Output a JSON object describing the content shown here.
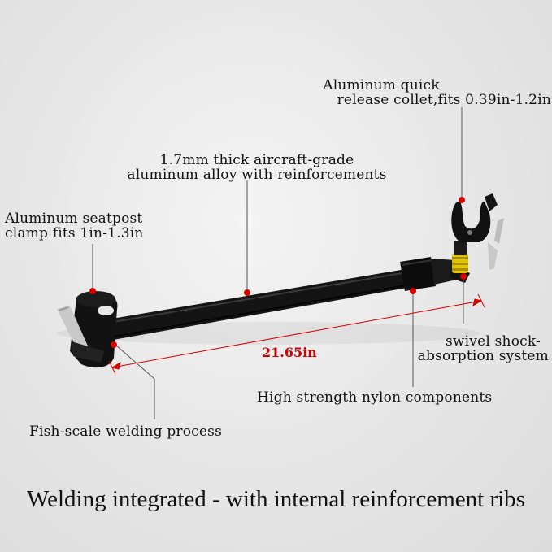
{
  "labels": {
    "collet_line1": "Aluminum quick",
    "collet_line2": "release collet,fits 0.39in-1.2in",
    "alloy_line1": "1.7mm thick aircraft-grade",
    "alloy_line2": "aluminum alloy with reinforcements",
    "seatpost_line1": "Aluminum seatpost",
    "seatpost_line2": "clamp fits 1in-1.3in",
    "swivel_line1": "swivel shock-",
    "swivel_line2": "absorption system",
    "nylon": "High strength nylon components",
    "welding": "Fish-scale welding process",
    "length": "21.65in"
  },
  "caption": "Welding integrated - with internal reinforcement ribs",
  "colors": {
    "callout_dot": "#d40000",
    "measure_line": "#d40000",
    "arm": "#111111",
    "collet": "#e8c800"
  }
}
